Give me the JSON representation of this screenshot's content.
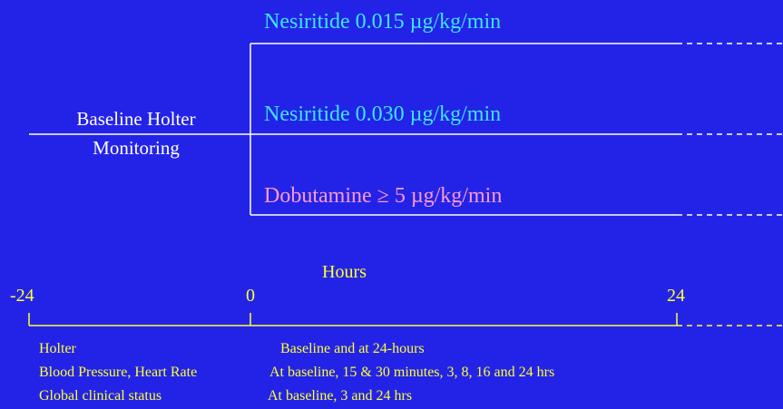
{
  "colors": {
    "background": "#2323e8",
    "line": "#ffffff",
    "arm_cyan": "#3ce6ff",
    "arm_pink": "#ff9ad0",
    "accent_yellow": "#ffff33"
  },
  "baseline": {
    "line1": "Baseline Holter",
    "line2": "Monitoring"
  },
  "arms": [
    {
      "label": "Nesiritide 0.015 µg/kg/min",
      "color": "#3ce6ff"
    },
    {
      "label": "Nesiritide 0.030 µg/kg/min",
      "color": "#3ce6ff"
    },
    {
      "label": "Dobutamine ≥ 5 µg/kg/min",
      "color": "#ff9ad0"
    }
  ],
  "timeline": {
    "title": "Hours",
    "ticks": [
      "-24",
      "0",
      "24"
    ]
  },
  "schedule": [
    {
      "measure": "Holter",
      "timing": "Baseline and at 24-hours"
    },
    {
      "measure": "Blood Pressure, Heart Rate",
      "timing": "At baseline, 15 & 30 minutes, 3, 8, 16 and 24 hrs"
    },
    {
      "measure": "Global clinical status",
      "timing": "At baseline, 3 and 24 hrs"
    }
  ]
}
